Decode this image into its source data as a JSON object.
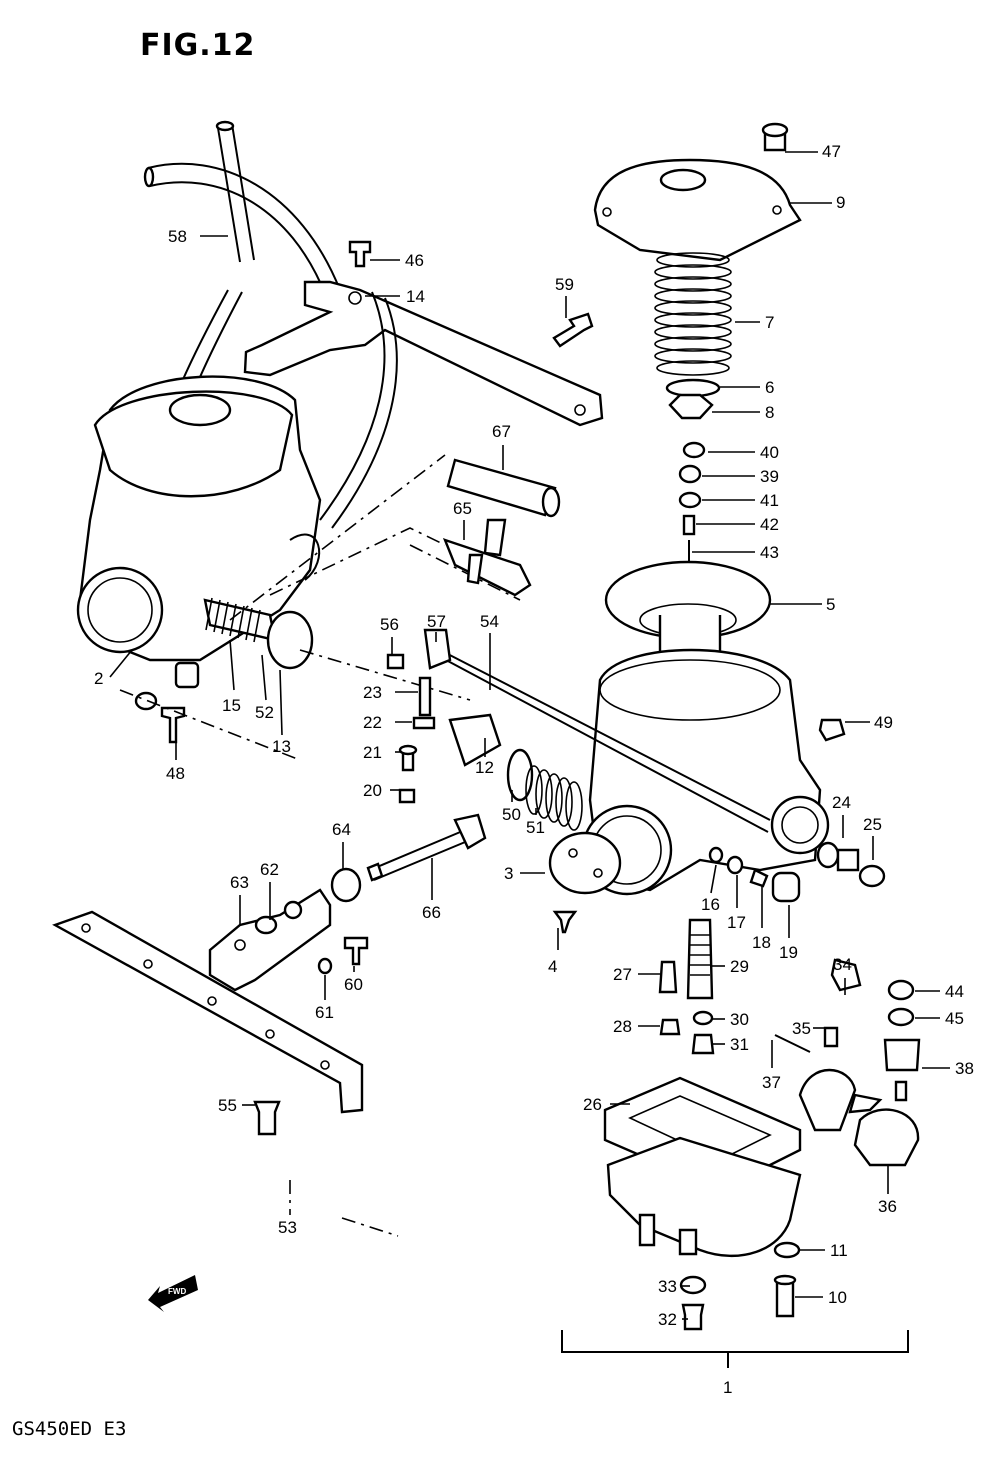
{
  "figure": {
    "title": "FIG.12",
    "model_code": "GS450ED  E3",
    "fwd_label": "FWD"
  },
  "callouts": [
    {
      "id": "c47",
      "label": "47"
    },
    {
      "id": "c9",
      "label": "9"
    },
    {
      "id": "c46",
      "label": "46"
    },
    {
      "id": "c14",
      "label": "14"
    },
    {
      "id": "c58",
      "label": "58"
    },
    {
      "id": "c59",
      "label": "59"
    },
    {
      "id": "c7",
      "label": "7"
    },
    {
      "id": "c6",
      "label": "6"
    },
    {
      "id": "c8",
      "label": "8"
    },
    {
      "id": "c67",
      "label": "67"
    },
    {
      "id": "c40",
      "label": "40"
    },
    {
      "id": "c39",
      "label": "39"
    },
    {
      "id": "c41",
      "label": "41"
    },
    {
      "id": "c42",
      "label": "42"
    },
    {
      "id": "c65",
      "label": "65"
    },
    {
      "id": "c43",
      "label": "43"
    },
    {
      "id": "c5",
      "label": "5"
    },
    {
      "id": "c57",
      "label": "57"
    },
    {
      "id": "c54",
      "label": "54"
    },
    {
      "id": "c56",
      "label": "56"
    },
    {
      "id": "c2",
      "label": "2"
    },
    {
      "id": "c15",
      "label": "15"
    },
    {
      "id": "c52",
      "label": "52"
    },
    {
      "id": "c13",
      "label": "13"
    },
    {
      "id": "c23",
      "label": "23"
    },
    {
      "id": "c22",
      "label": "22"
    },
    {
      "id": "c48",
      "label": "48"
    },
    {
      "id": "c49",
      "label": "49"
    },
    {
      "id": "c21",
      "label": "21"
    },
    {
      "id": "c12",
      "label": "12"
    },
    {
      "id": "c20",
      "label": "20"
    },
    {
      "id": "c50",
      "label": "50"
    },
    {
      "id": "c51",
      "label": "51"
    },
    {
      "id": "c24",
      "label": "24"
    },
    {
      "id": "c25",
      "label": "25"
    },
    {
      "id": "c64",
      "label": "64"
    },
    {
      "id": "c62",
      "label": "62"
    },
    {
      "id": "c63",
      "label": "63"
    },
    {
      "id": "c66",
      "label": "66"
    },
    {
      "id": "c3",
      "label": "3"
    },
    {
      "id": "c16",
      "label": "16"
    },
    {
      "id": "c17",
      "label": "17"
    },
    {
      "id": "c18",
      "label": "18"
    },
    {
      "id": "c19",
      "label": "19"
    },
    {
      "id": "c4",
      "label": "4"
    },
    {
      "id": "c60",
      "label": "60"
    },
    {
      "id": "c61",
      "label": "61"
    },
    {
      "id": "c27",
      "label": "27"
    },
    {
      "id": "c29",
      "label": "29"
    },
    {
      "id": "c34",
      "label": "34"
    },
    {
      "id": "c44",
      "label": "44"
    },
    {
      "id": "c45",
      "label": "45"
    },
    {
      "id": "c28",
      "label": "28"
    },
    {
      "id": "c30",
      "label": "30"
    },
    {
      "id": "c35",
      "label": "35"
    },
    {
      "id": "c31",
      "label": "31"
    },
    {
      "id": "c38",
      "label": "38"
    },
    {
      "id": "c37",
      "label": "37"
    },
    {
      "id": "c55",
      "label": "55"
    },
    {
      "id": "c26",
      "label": "26"
    },
    {
      "id": "c36",
      "label": "36"
    },
    {
      "id": "c53",
      "label": "53"
    },
    {
      "id": "c11",
      "label": "11"
    },
    {
      "id": "c33",
      "label": "33"
    },
    {
      "id": "c10",
      "label": "10"
    },
    {
      "id": "c32",
      "label": "32"
    },
    {
      "id": "c1",
      "label": "1"
    }
  ]
}
